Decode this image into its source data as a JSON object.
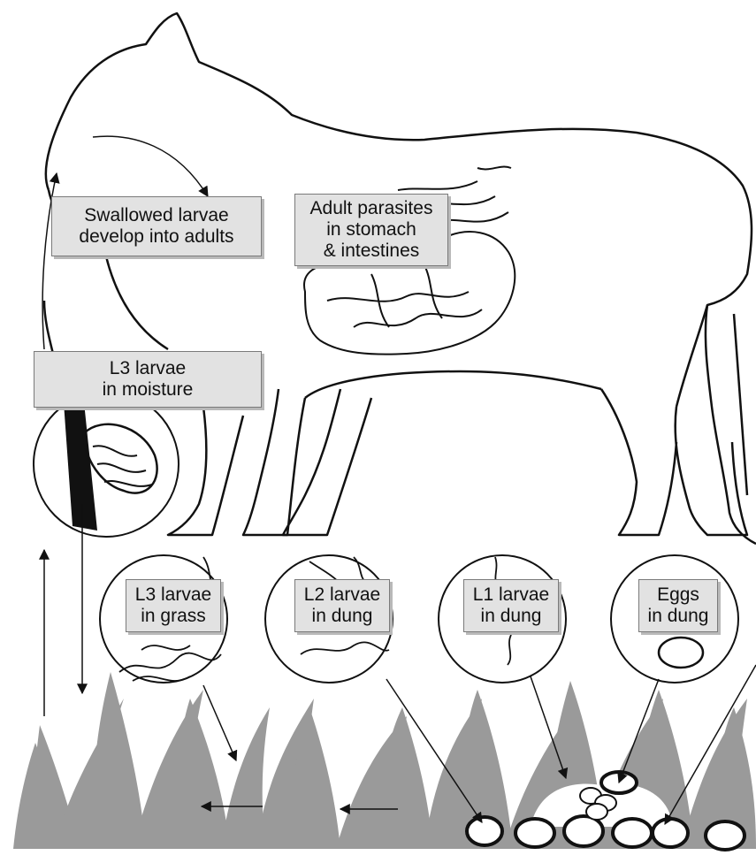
{
  "labels": {
    "swallowed": [
      "Swallowed larvae",
      "develop into adults"
    ],
    "adult": [
      "Adult parasites",
      "in stomach",
      "& intestines"
    ],
    "l3_moisture": [
      "L3 larvae",
      "in moisture"
    ],
    "l3_grass": [
      "L3 larvae",
      "in grass"
    ],
    "l2_dung": [
      "L2 larvae",
      "in dung"
    ],
    "l1_dung": [
      "L1 larvae",
      "in dung"
    ],
    "eggs_dung": [
      "Eggs",
      "in dung"
    ]
  },
  "colors": {
    "outline": "#111111",
    "grass": "#9a9a9a",
    "label_fill": "#e2e2e2",
    "label_border": "#7a7a7a"
  }
}
